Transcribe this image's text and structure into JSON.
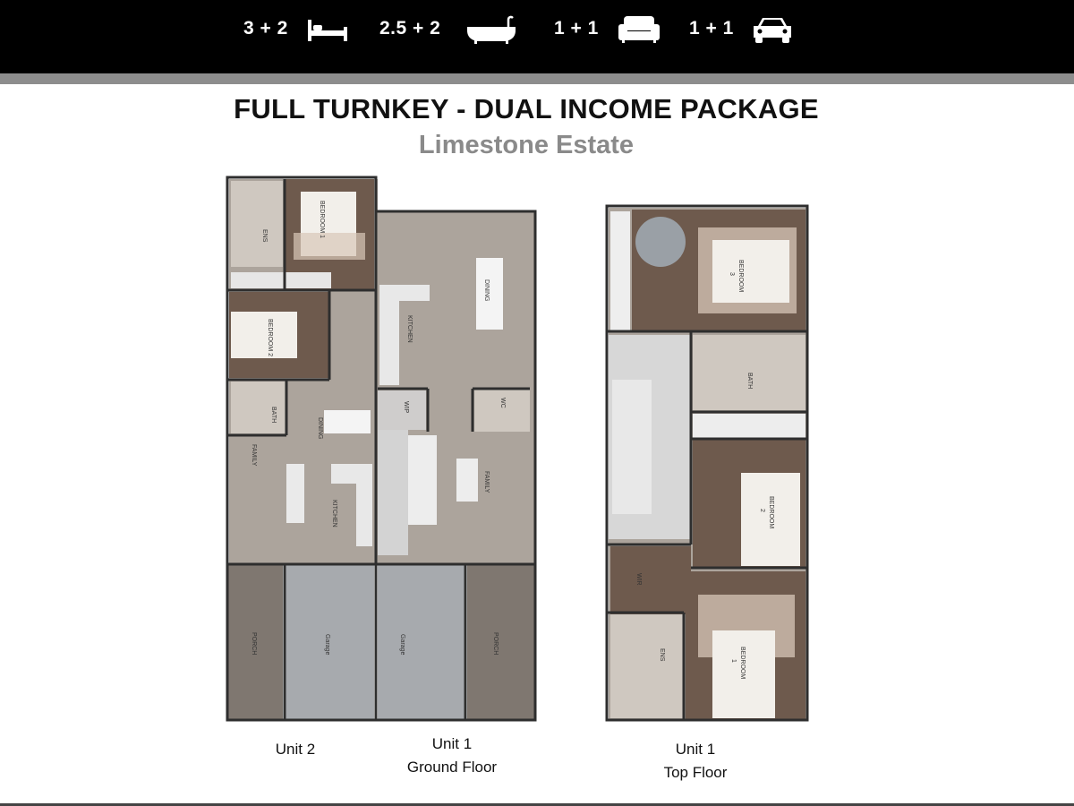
{
  "header": {
    "bedrooms": "3 + 2",
    "bathrooms": "2.5 + 2",
    "living": "1 + 1",
    "car": "1 + 1"
  },
  "icons": [
    "bed-icon",
    "bathtub-icon",
    "sofa-icon",
    "car-icon"
  ],
  "title": "FULL TURNKEY - DUAL INCOME PACKAGE",
  "subtitle": "Limestone Estate",
  "captions": {
    "unit2": "Unit 2",
    "unit1_ground_line1": "Unit  1",
    "unit1_ground_line2": "Ground  Floor",
    "unit1_top_line1": "Unit  1",
    "unit1_top_line2": "Top Floor"
  },
  "rooms": {
    "ens": "ENS",
    "bedroom1": "BEDROOM 1",
    "bedroom2": "BEDROOM 2",
    "bath": "BATH",
    "dining": "DINING",
    "family": "FAMILY",
    "kitchen": "KITCHEN",
    "garage": "Garage",
    "porch": "PORCH",
    "wip": "WIP",
    "wc": "WC",
    "bedroom3_line1": "BEDROOM",
    "bedroom3_line2": "3",
    "bedroom2_line1": "BEDROOM",
    "bedroom2_line2": "2",
    "bedroom1_line1": "BEDROOM",
    "bedroom1_line2": "1",
    "wir": "WIR"
  },
  "colors": {
    "header_bg": "#000000",
    "stripe": "#8d8d8d",
    "floor_tile": "#aca49c",
    "timber": "#6e5a4d",
    "garage": "#a7aaae",
    "wall": "#2e2e2e",
    "subtitle": "#8a8a8a"
  }
}
